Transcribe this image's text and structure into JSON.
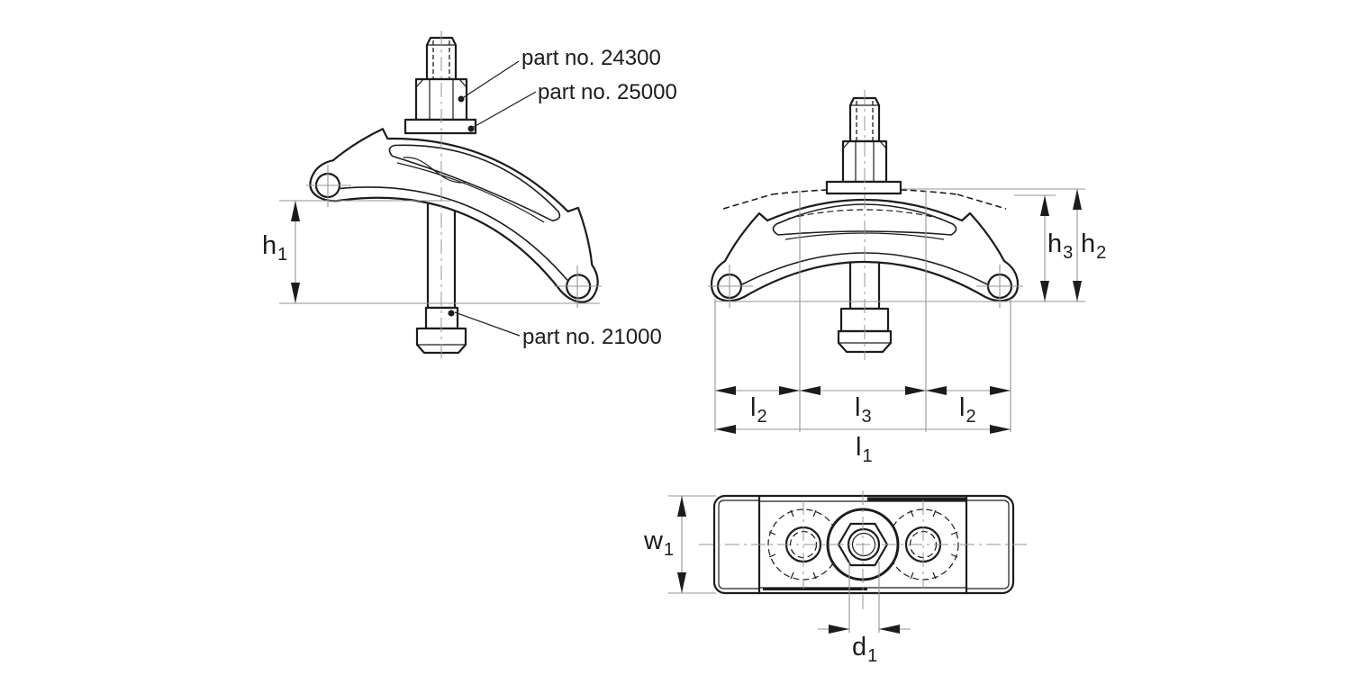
{
  "drawing": {
    "part_labels": {
      "label_24300": "part no. 24300",
      "label_25000": "part no. 25000",
      "label_21000": "part no. 21000"
    },
    "dimensions": {
      "h1": {
        "base": "h",
        "sub": "1"
      },
      "h2": {
        "base": "h",
        "sub": "2"
      },
      "h3": {
        "base": "h",
        "sub": "3"
      },
      "l1": {
        "base": "l",
        "sub": "1"
      },
      "l2_left": {
        "base": "l",
        "sub": "2"
      },
      "l3": {
        "base": "l",
        "sub": "3"
      },
      "l2_right": {
        "base": "l",
        "sub": "2"
      },
      "w1": {
        "base": "w",
        "sub": "1"
      },
      "d1": {
        "base": "d",
        "sub": "1"
      }
    },
    "colors": {
      "line": "#1c1c1c",
      "dim_line": "#949494",
      "background": "#ffffff"
    }
  }
}
